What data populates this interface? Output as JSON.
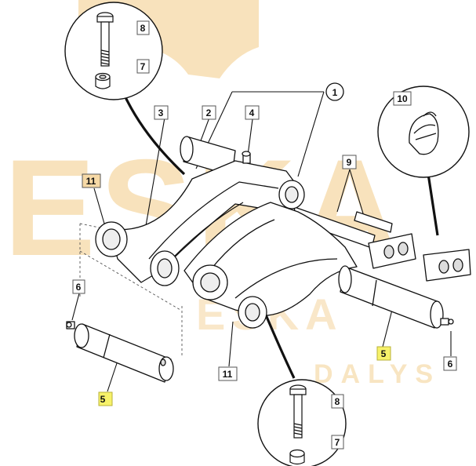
{
  "diagram": {
    "watermark": {
      "brand": "ESKA",
      "brand_small": "ESKA",
      "sub": "DALYS"
    },
    "callouts": {
      "c1": "1",
      "c2": "2",
      "c3": "3",
      "c4": "4",
      "c5a": "5",
      "c5b": "5",
      "c6a": "6",
      "c6b": "6",
      "c7a": "7",
      "c7b": "7",
      "c8a": "8",
      "c8b": "8",
      "c9": "9",
      "c10": "10",
      "c11a": "11",
      "c11b": "11"
    },
    "colors": {
      "line": "#111111",
      "part_fill": "#ffffff",
      "highlight": "#f7f26a",
      "watermark": "#f6d9a6"
    }
  }
}
